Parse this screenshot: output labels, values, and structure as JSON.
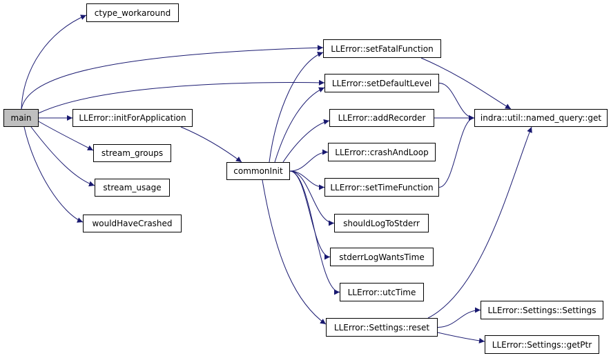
{
  "diagram": {
    "type": "call-graph",
    "edge_color": "#191970",
    "root_fill": "#bfbfbf",
    "node_fill": "#ffffff",
    "nodes": [
      {
        "id": "main",
        "label": "main",
        "root": true
      },
      {
        "id": "ctype_workaround",
        "label": "ctype_workaround"
      },
      {
        "id": "initForApplication",
        "label": "LLError::initForApplication"
      },
      {
        "id": "stream_groups",
        "label": "stream_groups"
      },
      {
        "id": "stream_usage",
        "label": "stream_usage"
      },
      {
        "id": "wouldHaveCrashed",
        "label": "wouldHaveCrashed"
      },
      {
        "id": "commonInit",
        "label": "commonInit"
      },
      {
        "id": "setFatalFunction",
        "label": "LLError::setFatalFunction"
      },
      {
        "id": "setDefaultLevel",
        "label": "LLError::setDefaultLevel"
      },
      {
        "id": "addRecorder",
        "label": "LLError::addRecorder"
      },
      {
        "id": "crashAndLoop",
        "label": "LLError::crashAndLoop"
      },
      {
        "id": "setTimeFunction",
        "label": "LLError::setTimeFunction"
      },
      {
        "id": "shouldLogToStderr",
        "label": "shouldLogToStderr"
      },
      {
        "id": "stderrLogWantsTime",
        "label": "stderrLogWantsTime"
      },
      {
        "id": "utcTime",
        "label": "LLError::utcTime"
      },
      {
        "id": "settingsReset",
        "label": "LLError::Settings::reset"
      },
      {
        "id": "namedQueryGet",
        "label": "indra::util::named_query::get"
      },
      {
        "id": "settingsSettings",
        "label": "LLError::Settings::Settings"
      },
      {
        "id": "settingsGetPtr",
        "label": "LLError::Settings::getPtr"
      }
    ],
    "edges": [
      {
        "from": "main",
        "to": "ctype_workaround"
      },
      {
        "from": "main",
        "to": "setFatalFunction"
      },
      {
        "from": "main",
        "to": "setDefaultLevel"
      },
      {
        "from": "main",
        "to": "initForApplication"
      },
      {
        "from": "main",
        "to": "stream_groups"
      },
      {
        "from": "main",
        "to": "stream_usage"
      },
      {
        "from": "main",
        "to": "wouldHaveCrashed"
      },
      {
        "from": "initForApplication",
        "to": "commonInit"
      },
      {
        "from": "commonInit",
        "to": "setFatalFunction"
      },
      {
        "from": "commonInit",
        "to": "setDefaultLevel"
      },
      {
        "from": "commonInit",
        "to": "addRecorder"
      },
      {
        "from": "commonInit",
        "to": "crashAndLoop"
      },
      {
        "from": "commonInit",
        "to": "setTimeFunction"
      },
      {
        "from": "commonInit",
        "to": "shouldLogToStderr"
      },
      {
        "from": "commonInit",
        "to": "stderrLogWantsTime"
      },
      {
        "from": "commonInit",
        "to": "utcTime"
      },
      {
        "from": "commonInit",
        "to": "settingsReset"
      },
      {
        "from": "setFatalFunction",
        "to": "namedQueryGet"
      },
      {
        "from": "setDefaultLevel",
        "to": "namedQueryGet"
      },
      {
        "from": "addRecorder",
        "to": "namedQueryGet"
      },
      {
        "from": "setTimeFunction",
        "to": "namedQueryGet"
      },
      {
        "from": "settingsReset",
        "to": "namedQueryGet"
      },
      {
        "from": "settingsReset",
        "to": "settingsSettings"
      },
      {
        "from": "settingsReset",
        "to": "settingsGetPtr"
      }
    ]
  }
}
